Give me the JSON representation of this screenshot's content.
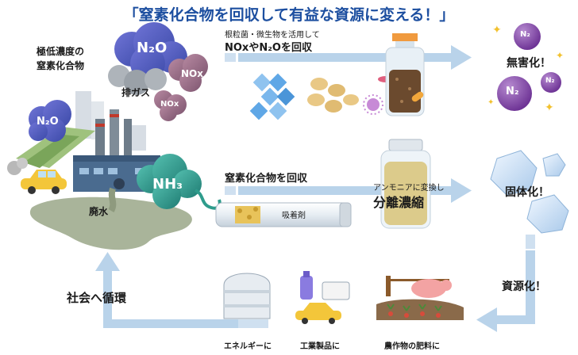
{
  "title": "「窒素化合物を回収して有益な資源に変える！」",
  "source": {
    "label": [
      "極低濃度の",
      "窒素化合物"
    ],
    "exhaust": "排ガス",
    "wastewater": "廃水",
    "n2o": "N₂O",
    "nox": "NOx",
    "nh3": "NH₃"
  },
  "route_top": {
    "caption": "根粒菌・微生物を活用して",
    "heading": "NOxやN₂Oを回収"
  },
  "route_mid": {
    "heading": "窒素化合物を回収",
    "adsorbent": "吸着剤",
    "convert_caption": "アンモニアに変換し",
    "convert_heading": "分離濃縮"
  },
  "results": {
    "harmless": "無害化！",
    "solidify": "固体化！",
    "resource": "資源化！",
    "n2": "N₂"
  },
  "society": {
    "label": "社会へ循環",
    "uses": [
      "エネルギーに",
      "工業製品に",
      "農作物の肥料に"
    ]
  },
  "colors": {
    "title": "#1d4fa0",
    "arrow": "#b9d3ea",
    "n2o_cloud": "#5a5fc0",
    "nh3_cloud": "#2e9c8c",
    "n2_ball": "#7a3fa2"
  }
}
